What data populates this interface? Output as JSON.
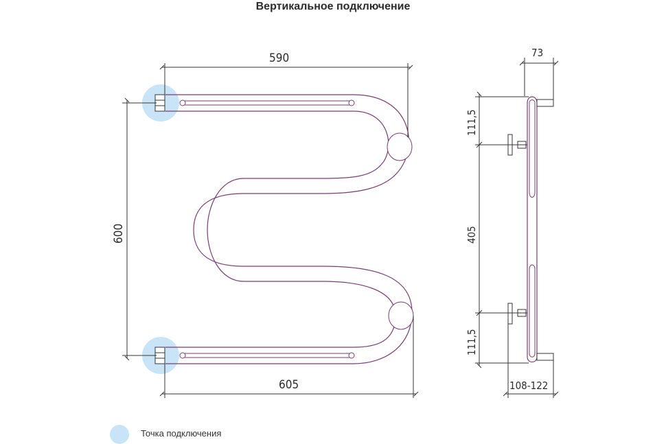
{
  "title": "Вертикальное подключение",
  "front_view": {
    "dim_top_width": "590",
    "dim_bottom_width": "605",
    "dim_height": "600"
  },
  "side_view": {
    "dim_depth": "73",
    "dim_upper_offset": "111,5",
    "dim_middle": "405",
    "dim_lower_offset": "111,5",
    "dim_wall_distance": "108-122"
  },
  "legend": {
    "label": "Точка подключения"
  },
  "colors": {
    "pipe": "#7a3c70",
    "lines": "#333333",
    "connection_point": "#c9e4f6"
  }
}
